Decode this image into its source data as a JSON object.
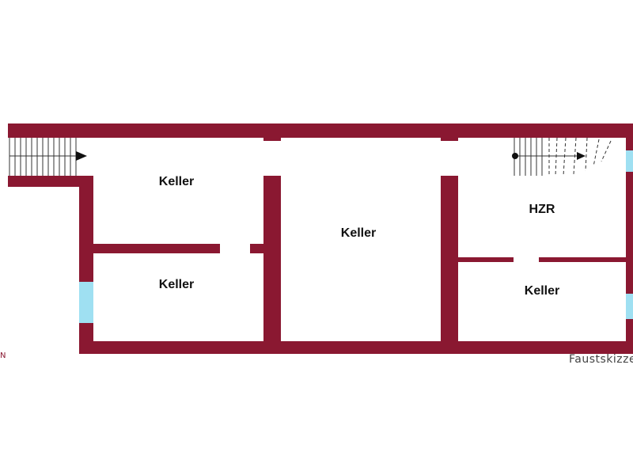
{
  "rooms": [
    {
      "label": "Keller"
    },
    {
      "label": "Keller"
    },
    {
      "label": "Keller"
    },
    {
      "label": "HZR"
    },
    {
      "label": "Keller"
    }
  ],
  "caption": "Faustskizze",
  "corner_mark": "N",
  "colors": {
    "wall": "#8a1831",
    "window": "#9fe0f2",
    "text": "#111111"
  }
}
